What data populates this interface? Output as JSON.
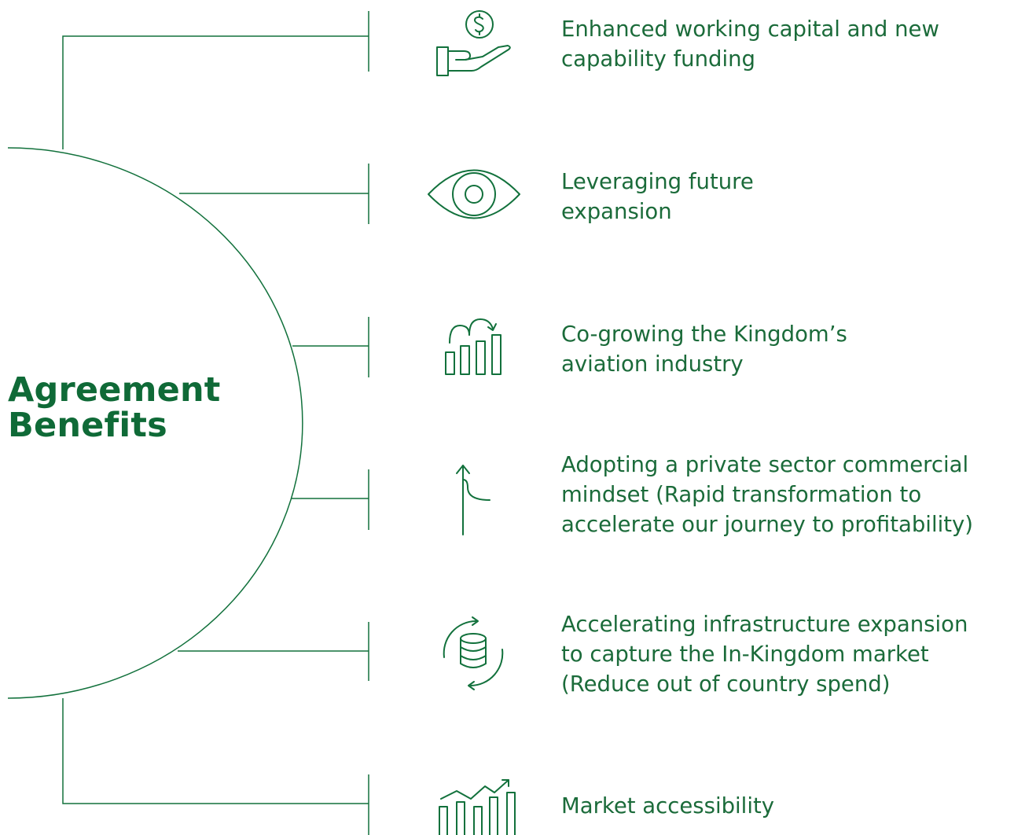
{
  "title": {
    "line1": "Agreement",
    "line2": "Benefits"
  },
  "colors": {
    "primary": "#0f6a37",
    "line": "#12713c",
    "background": "#ffffff"
  },
  "benefits": [
    {
      "icon": "money-hand-icon",
      "line1": "Enhanced working capital and new",
      "line2": "capability funding"
    },
    {
      "icon": "eye-icon",
      "line1": "Leveraging future",
      "line2": "expansion"
    },
    {
      "icon": "growth-bars-icon",
      "line1": "Co-growing the Kingdom’s",
      "line2": "aviation industry"
    },
    {
      "icon": "up-arrow-curve-icon",
      "line1": "Adopting a private sector commercial",
      "line2": "mindset (Rapid transformation to",
      "line3": "accelerate our journey to profitability)"
    },
    {
      "icon": "database-cycle-icon",
      "line1": "Accelerating infrastructure expansion",
      "line2": "to capture the In-Kingdom market",
      "line3": "(Reduce out of country spend)"
    },
    {
      "icon": "market-chart-icon",
      "line1": "Market accessibility"
    }
  ]
}
